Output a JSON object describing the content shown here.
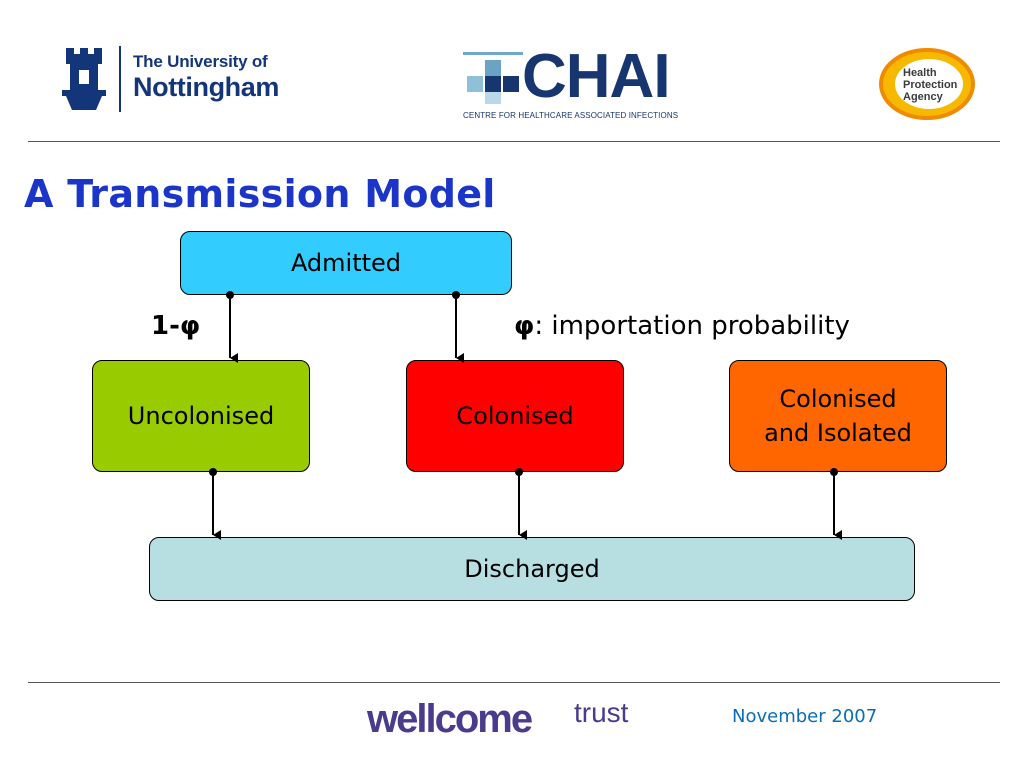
{
  "header": {
    "university": {
      "line1": "The University of",
      "line2": "Nottingham"
    },
    "chai": {
      "word": "CHAI",
      "subtitle": "CENTRE FOR HEALTHCARE ASSOCIATED INFECTIONS"
    },
    "hpa": {
      "line1": "Health",
      "line2": "Protection",
      "line3": "Agency"
    }
  },
  "slide": {
    "title": "A Transmission Model"
  },
  "diagram": {
    "nodes": {
      "admitted": "Admitted",
      "uncolonised": "Uncolonised",
      "colonised": "Colonised",
      "isolated_line1": "Colonised",
      "isolated_line2": "and Isolated",
      "discharged": "Discharged"
    },
    "labels": {
      "one_minus_phi": "1-φ",
      "phi_symbol": "φ",
      "phi_description": ": importation probability"
    },
    "edges": [
      {
        "from": "admitted",
        "to": "uncolonised",
        "label": "1-φ"
      },
      {
        "from": "admitted",
        "to": "colonised",
        "label": "φ"
      },
      {
        "from": "uncolonised",
        "to": "discharged"
      },
      {
        "from": "colonised",
        "to": "discharged"
      },
      {
        "from": "isolated",
        "to": "discharged"
      }
    ],
    "colors": {
      "admitted": "#33ccff",
      "uncolonised": "#99cc00",
      "colonised": "#ff0000",
      "isolated": "#ff6600",
      "discharged": "#b7dfe2",
      "title": "#1b35c8"
    }
  },
  "footer": {
    "wellcome": "wellcome",
    "trust": "trust",
    "date": "November 2007"
  }
}
